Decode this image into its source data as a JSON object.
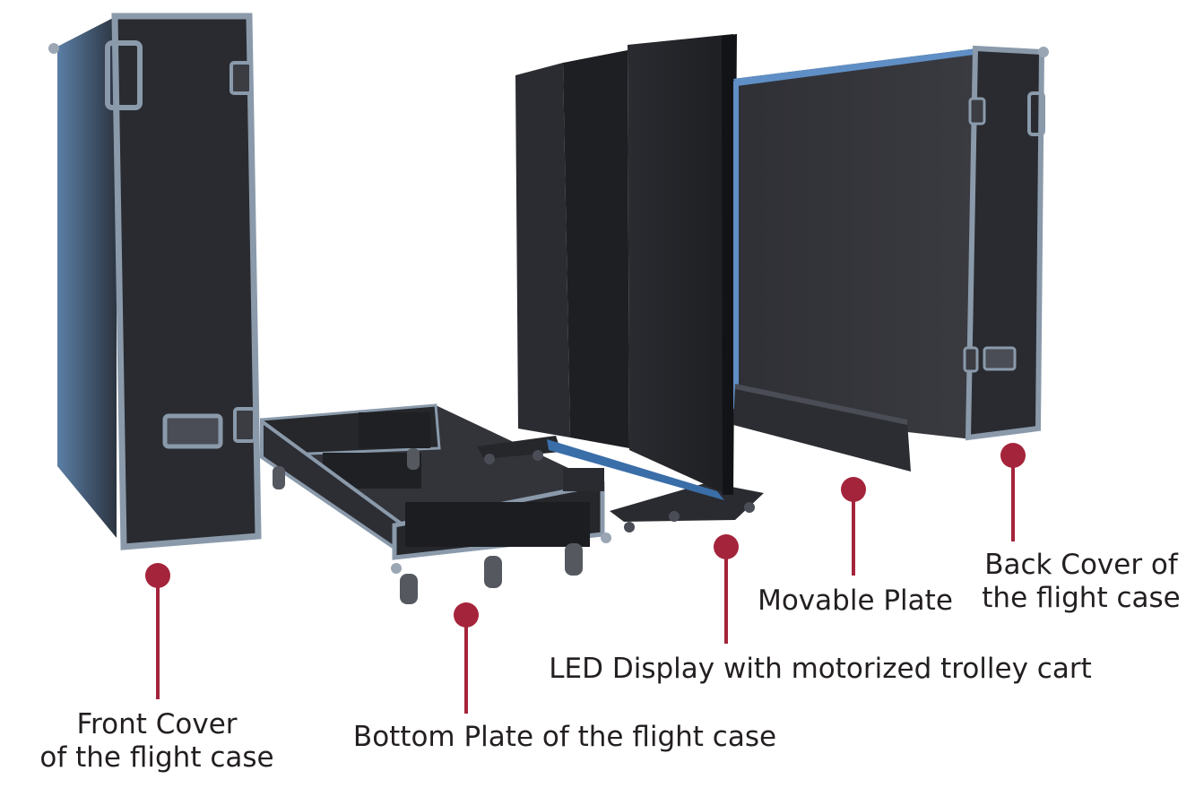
{
  "colors": {
    "marker": "#a4243b",
    "case_dark": "#26272b",
    "case_edge": "#8a9aab",
    "case_edge_blue": "#5f8fc6",
    "text": "#231f20"
  },
  "callouts": {
    "front_cover": {
      "line1": "Front Cover",
      "line2": "of the flight case"
    },
    "bottom_plate": {
      "line1": "Bottom Plate of the flight case"
    },
    "led_display": {
      "line1": "LED Display with motorized trolley cart"
    },
    "movable_plate": {
      "line1": "Movable Plate"
    },
    "back_cover": {
      "line1": "Back Cover of",
      "line2": "the flight case"
    }
  }
}
